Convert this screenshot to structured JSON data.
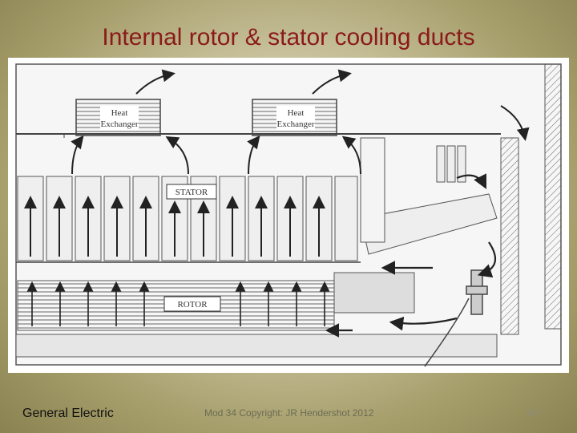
{
  "slide": {
    "title": "Internal rotor & stator cooling ducts",
    "footer_left": "General Electric",
    "footer_center": "Mod 34 Copyright: JR Hendershot 2012",
    "page_number": "357"
  },
  "figure": {
    "heat_exchanger_left": [
      "Heat",
      "Exchanger"
    ],
    "heat_exchanger_right": [
      "Heat",
      "Exchanger"
    ],
    "stator_label": "STATOR",
    "rotor_label": "ROTOR"
  },
  "colors": {
    "title": "#8b1a1a",
    "background": "#c9c29a",
    "diagram_line": "#3a3a3a",
    "arrow": "#222222"
  }
}
